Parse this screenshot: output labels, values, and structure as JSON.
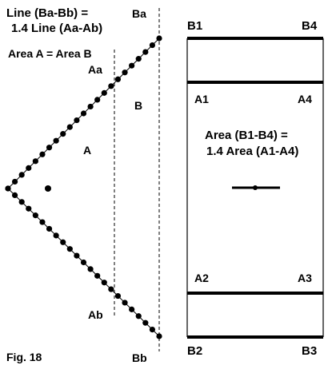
{
  "colors": {
    "ink": "#000000",
    "background": "#ffffff"
  },
  "diagram": {
    "line_relation": [
      "Line (Ba-Bb) =",
      "1.4 Line (Aa-Ab)"
    ],
    "area_relation_left": "Area A = Area B",
    "line_labels": {
      "ba": "Ba",
      "bb": "Bb",
      "aa": "Aa",
      "ab": "Ab"
    },
    "region_labels": {
      "a": "A",
      "b": "B"
    },
    "corner_labels": {
      "b1": "B1",
      "b4": "B4",
      "a1": "A1",
      "a4": "A4",
      "a2": "A2",
      "a3": "A3",
      "b2": "B2",
      "b3": "B3"
    },
    "area_relation_right": [
      "Area (B1-B4) =",
      "1.4 Area (A1-A4)"
    ],
    "figure_label": "Fig. 18"
  }
}
